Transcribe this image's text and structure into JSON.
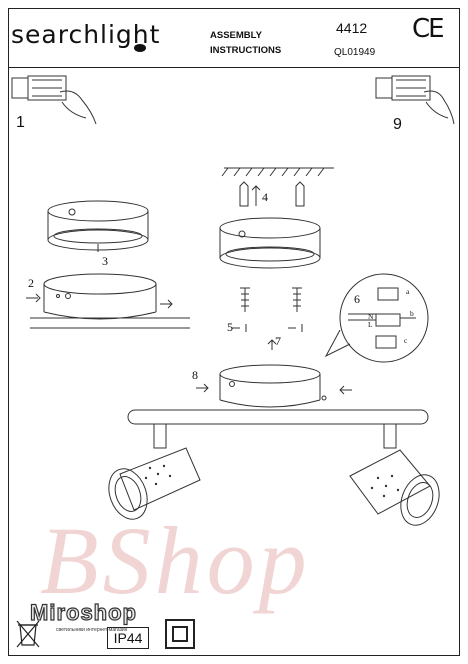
{
  "header": {
    "brand": "searchlight",
    "title_line1": "ASSEMBLY",
    "title_line2": "INSTRUCTIONS",
    "model": "4412",
    "code": "QL01949",
    "ce_mark": "CE"
  },
  "steps": {
    "s1": "1",
    "s2": "2",
    "s3": "3",
    "s4": "4",
    "s5": "5",
    "s6": "6",
    "s7": "7",
    "s8": "8",
    "s9": "9"
  },
  "wiring": {
    "label_a": "a",
    "label_b": "b",
    "label_c": "c",
    "terminal_n": "N",
    "terminal_l": "L"
  },
  "watermark": {
    "text": "BShop"
  },
  "footer": {
    "badge": "Miroshop",
    "badge_sub": "светильники интернет-магазин",
    "ip_rating": "IP44"
  },
  "icons": [
    "hand-drill-icon",
    "ceiling-icon",
    "screw-icon",
    "weee-bin-icon",
    "class-ii-icon"
  ]
}
